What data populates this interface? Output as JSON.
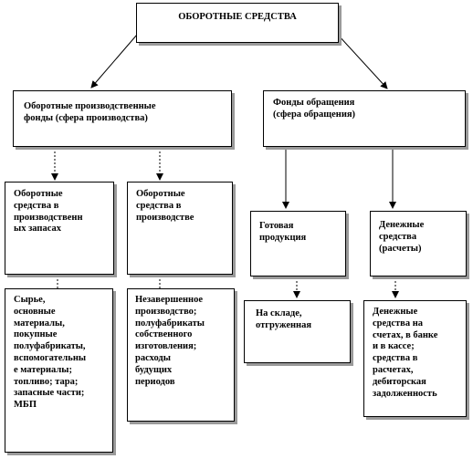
{
  "root": {
    "label": "ОБОРОТНЫЕ  СРЕДСТВА"
  },
  "production_funds": {
    "label": "Оборотные производственные\nфонды (сфера производства)"
  },
  "circulation_funds": {
    "label": "Фонды обращения\n(сфера обращения)"
  },
  "production_stocks": {
    "label": "Оборотные\nсредства в\nпроизводственн\nых запасах"
  },
  "in_production": {
    "label": "Оборотные\nсредства в\nпроизводстве"
  },
  "finished_goods": {
    "label": "Готовая\nпродукция"
  },
  "monetary_funds": {
    "label": "Денежные\nсредства\n(расчеты)"
  },
  "stocks_detail": {
    "label": "Сырье,\nосновные\nматериалы,\nпокупные\nполуфабрикаты,\nвспомогательны\nе материалы;\nтопливо; тара;\nзапасные части;\nМБП"
  },
  "in_production_detail": {
    "label": "Незавершенное\nпроизводство;\nполуфабрикаты\nсобственного\nизготовления;\nрасходы\nбудущих\nпериодов"
  },
  "finished_goods_detail": {
    "label": "На складе,\nотгруженная"
  },
  "monetary_detail": {
    "label": "Денежные\nсредства на\nсчетах,  в банке\nи в кассе;\nсредства в\nрасчетах,\nдебиторская\nзадолженность"
  }
}
